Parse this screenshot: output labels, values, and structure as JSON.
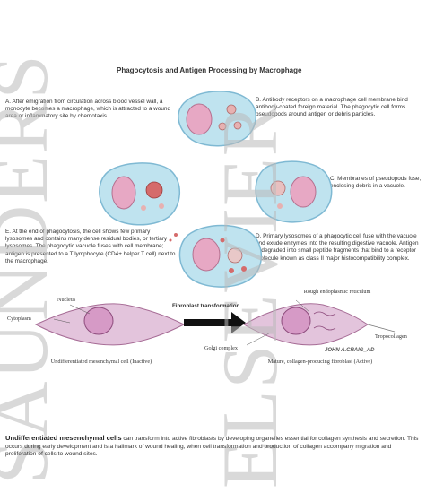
{
  "title": "Phagocytosis and Antigen Processing by Macrophage",
  "steps": {
    "a": "A.  After emigration from circulation across blood vessel wall, a monocyte becomes a macrophage, which is attracted to a wound area or inflammatory site by chemotaxis.",
    "b": "B.  Antibody receptors on a macrophage cell membrane bind antibody-coated foreign material. The phagocytic cell forms pseudopods around antigen or debris particles.",
    "c": "C.  Membranes of pseudopods fuse, enclosing debris in a vacuole.",
    "d": "D.  Primary lysosomes of a phagocytic cell fuse with the vacuole and exude enzymes into the resulting digestive vacuole. Antigen is degraded into small peptide fragments that bind to a receptor molecule known as class II major histocompatibility complex.",
    "e": "E.  At the end of phagocytosis, the cell shows few primary lysosomes and contains many dense residual bodies, or tertiary lysosomes. The phagocytic vacuole fuses with cell membrane; antigen is presented to a T lymphocyte (CD4+ helper T cell) next to the macrophage."
  },
  "fibro": {
    "nucleus": "Nucleus",
    "cytoplasm": "Cytoplasm",
    "transformation": "Fibroblast transformation",
    "rer": "Rough endoplasmic reticulum",
    "golgi": "Golgi complex",
    "tropo": "Tropocollagen",
    "left_caption": "Undifferentiated mesenchymal cell (Inactive)",
    "right_caption": "Mature, collagen-producing fibroblast (Active)",
    "signature": "JOHN A.CRAIG_AD"
  },
  "caption": {
    "bold": "Undifferentiated mesenchymal cells",
    "text": " can transform into active fibroblasts by developing organelles essential for collagen synthesis and secretion. This occurs during early development and is a hallmark of wound healing, when cell transformation and production of collagen accompany migration and proliferation of cells to wound sites."
  },
  "watermark": {
    "left": "SAUNDERS",
    "right": "ELSEVIER"
  },
  "colors": {
    "cell_blue": "#bfe3ef",
    "cell_outline": "#7fb9d3",
    "nucleus_pink": "#e7a8c4",
    "fibro_pink": "#e3c4dc",
    "arrow": "#111111"
  }
}
